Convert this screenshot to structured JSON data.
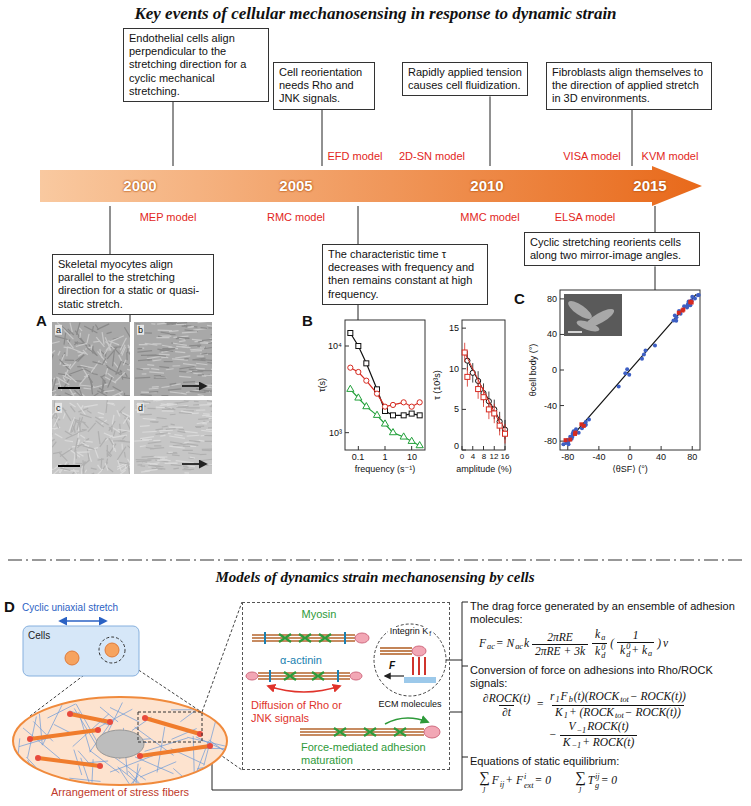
{
  "diagram": {
    "title": "Key events of cellular mechanosensing in response to dynamic strain",
    "nodes": [
      {
        "text": [
          "Endothelial cells align perpendicular to the stretching direction for a cyclic mechanical stretching."
        ]
      },
      {
        "text": [
          "Cell reorientation needs Rho and JNK signals."
        ]
      },
      {
        "text": [
          "Rapidly applied tension causes cell fluidization."
        ]
      },
      {
        "text": [
          "Fibroblasts align themselves to the direction of applied stretch in 3D environments."
        ]
      },
      {
        "text": [
          "2000",
          "2005",
          "2010",
          "2015"
        ]
      },
      {
        "text": [
          "Skeletal myocytes align parallel to the stretching direction for a static or quasi-static stretch."
        ]
      },
      {
        "text": [
          "The characteristic time τ decreases with frequency and then remains constant at high frequency."
        ]
      },
      {
        "text": [
          "Cyclic stretching reorients cells along two mirror-image angles."
        ]
      },
      {
        "text": [
          "Cyclic uniaxial stretch",
          "Cells"
        ]
      },
      {
        "text": [
          "Arrangement of stress fibers"
        ]
      },
      {
        "text": [
          "Myosin",
          "α-actinin",
          "Diffusion of Rho or JNK signals",
          "Force-mediated adhesion maturation"
        ]
      }
    ],
    "edges": [
      {
        "from": 0,
        "to": 4,
        "arrow": "none"
      },
      {
        "from": 1,
        "to": 4,
        "arrow": "none"
      },
      {
        "from": 2,
        "to": 4,
        "arrow": "none"
      },
      {
        "from": 3,
        "to": 4,
        "arrow": "none"
      },
      {
        "from": 4,
        "to": 5,
        "arrow": "none"
      },
      {
        "from": 4,
        "to": 6,
        "arrow": "none"
      },
      {
        "from": 4,
        "to": 7,
        "arrow": "none"
      }
    ],
    "labels": [
      "Models of dynamics strain mechanosensing by cells",
      "MEP model",
      "RMC model",
      "EFD model",
      "2D-SN model",
      "MMC model",
      "ELSA model",
      "VISA model",
      "KVM model",
      "A",
      "a",
      "b",
      "c",
      "d",
      "B",
      "τ(s)",
      "10⁴",
      "10³",
      "0.1",
      "1",
      "10",
      "frequency (s⁻¹)",
      "τ (10³s)",
      "15",
      "10",
      "5",
      "0",
      "0",
      "4",
      "8",
      "12",
      "16",
      "amplitude (%)",
      "C",
      "θcell body (°)",
      "80",
      "40",
      "0",
      "-40",
      "-80",
      "-80",
      "-40",
      "0",
      "40",
      "80",
      "⟨θSF⟩ (°)",
      "D",
      "F",
      "Integrin K",
      "f",
      "ECM molecules",
      "The drag force generated by an ensemble of adhesion molecules:",
      "F",
      "ac",
      "= N",
      "ac",
      "k",
      "2πRE",
      "2πRE + 3k",
      "k",
      "a",
      "k",
      "d",
      "0",
      "(",
      "1",
      "k",
      "d",
      "0",
      "+ k",
      "a",
      ")",
      "v",
      "Conversion of force on adhesions into Rho/ROCK signals:",
      "∂ROCK(t)",
      "∂t",
      "=",
      "r",
      "1",
      "F",
      "b",
      "(t)(ROCK",
      "tot",
      "− ROCK(t))",
      "K",
      "1",
      "+ (ROCK",
      "tot",
      "− ROCK(t))",
      "−",
      "V",
      "−1",
      "ROCK(t)",
      "K",
      "−1",
      "+ ROCK(t)",
      "Equations of static equilibrium:",
      "∑",
      "j",
      "F",
      "ij",
      "+ F",
      "ext",
      "i",
      "= 0",
      "∑",
      "j",
      "T",
      "g",
      "ij",
      "= 0"
    ]
  }
}
